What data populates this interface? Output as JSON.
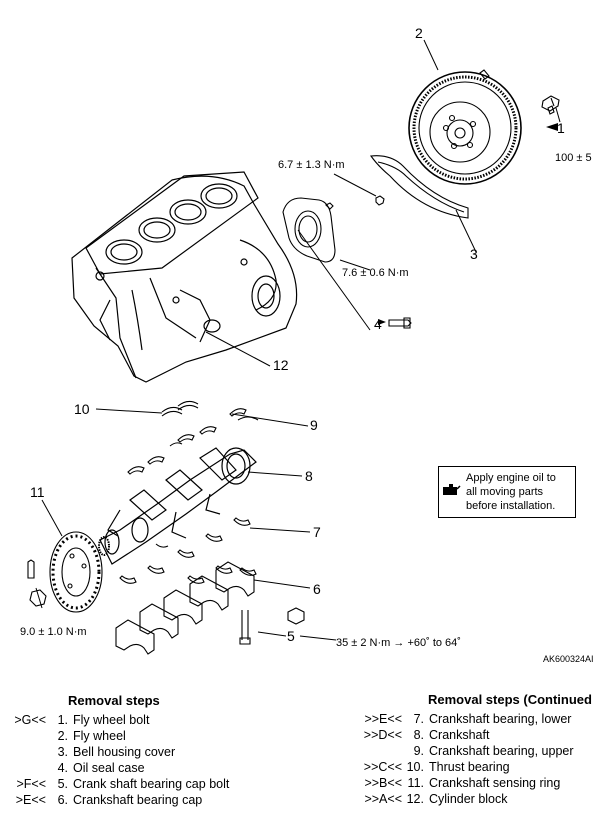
{
  "diagram": {
    "callouts": {
      "c1": "1",
      "c2": "2",
      "c3": "3",
      "c4": "4",
      "c5": "5",
      "c6": "6",
      "c7": "7",
      "c8": "8",
      "c9": "9",
      "c10": "10",
      "c11": "11",
      "c12": "12"
    },
    "torques": {
      "flywheel_bolt": "100 ± 5",
      "bell_housing": "6.7 ± 1.3 N·m",
      "oil_seal_case": "7.6 ± 0.6 N·m",
      "sensing_ring": "9.0 ± 1.0 N·m",
      "bearing_cap_bolt": "35 ± 2 N·m → +60˚ to 64˚"
    },
    "note": "Apply engine oil to\nall moving parts\nbefore installation.",
    "figure_code": "AK600324AI",
    "icons": [
      "oil-can-icon"
    ]
  },
  "removal_steps": {
    "title_left": "Removal steps",
    "title_right": "Removal steps (Continued",
    "left": [
      {
        "mark": ">G<<",
        "num": "1.",
        "label": "Fly wheel bolt"
      },
      {
        "mark": "",
        "num": "2.",
        "label": "Fly wheel"
      },
      {
        "mark": "",
        "num": "3.",
        "label": "Bell housing cover"
      },
      {
        "mark": "",
        "num": "4.",
        "label": "Oil seal case"
      },
      {
        "mark": ">F<<",
        "num": "5.",
        "label": "Crank shaft bearing cap bolt"
      },
      {
        "mark": ">E<<",
        "num": "6.",
        "label": "Crankshaft bearing cap"
      }
    ],
    "right": [
      {
        "mark": ">>E<<",
        "num": "7.",
        "label": "Crankshaft bearing, lower"
      },
      {
        "mark": ">>D<<",
        "num": "8.",
        "label": "Crankshaft"
      },
      {
        "mark": "",
        "num": "9.",
        "label": "Crankshaft bearing, upper"
      },
      {
        "mark": ">>C<<",
        "num": "10.",
        "label": "Thrust bearing"
      },
      {
        "mark": ">>B<<",
        "num": "11.",
        "label": "Crankshaft sensing ring"
      },
      {
        "mark": ">>A<<",
        "num": "12.",
        "label": "Cylinder block"
      }
    ]
  }
}
